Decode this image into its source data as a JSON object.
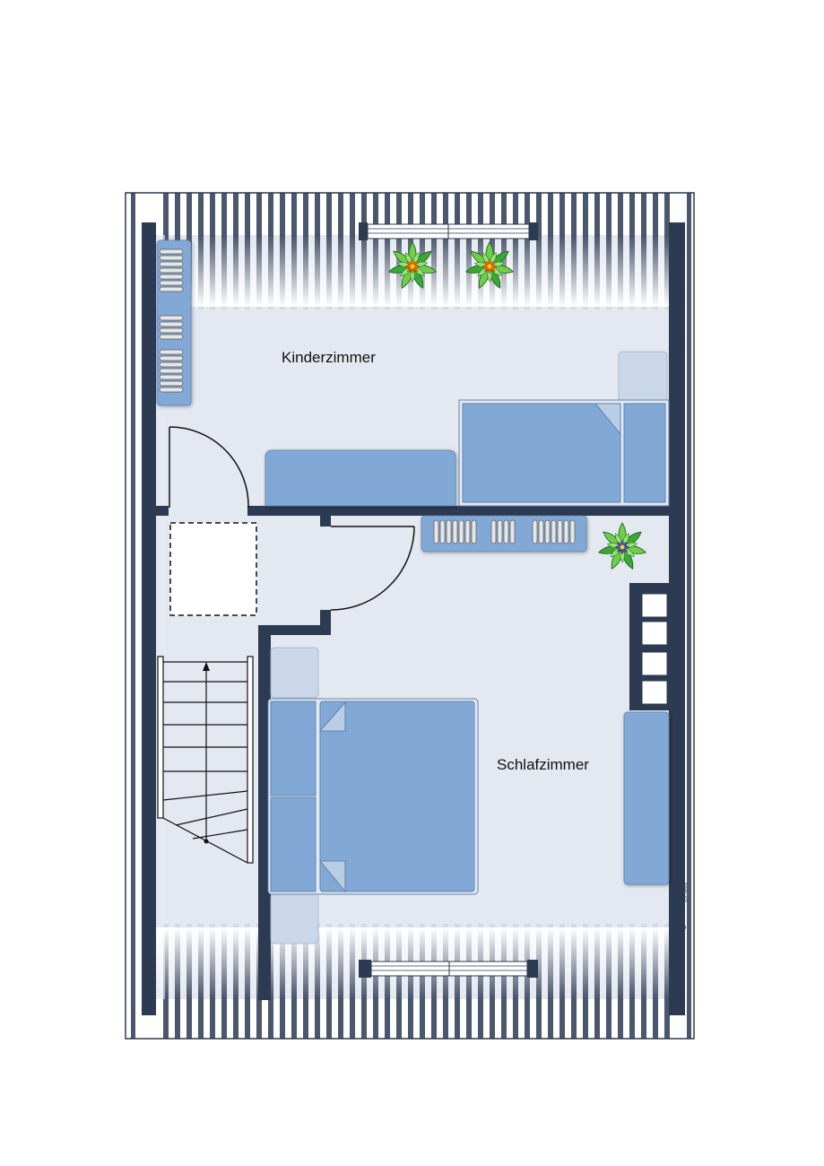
{
  "rooms": {
    "kinderzimmer": "Kinderzimmer",
    "schlafzimmer": "Schlafzimmer"
  },
  "logo": {
    "brand": "onOffice",
    "sub": "SOFTWARE"
  },
  "colors": {
    "wall": "#2c3a52",
    "floor": "#e3e8f0",
    "furniture": "#82a9d6",
    "furniture_light": "#c9d7e8"
  },
  "icons": [
    "potted-plant-icon",
    "stair-arrow-icon",
    "hanger-icon"
  ]
}
